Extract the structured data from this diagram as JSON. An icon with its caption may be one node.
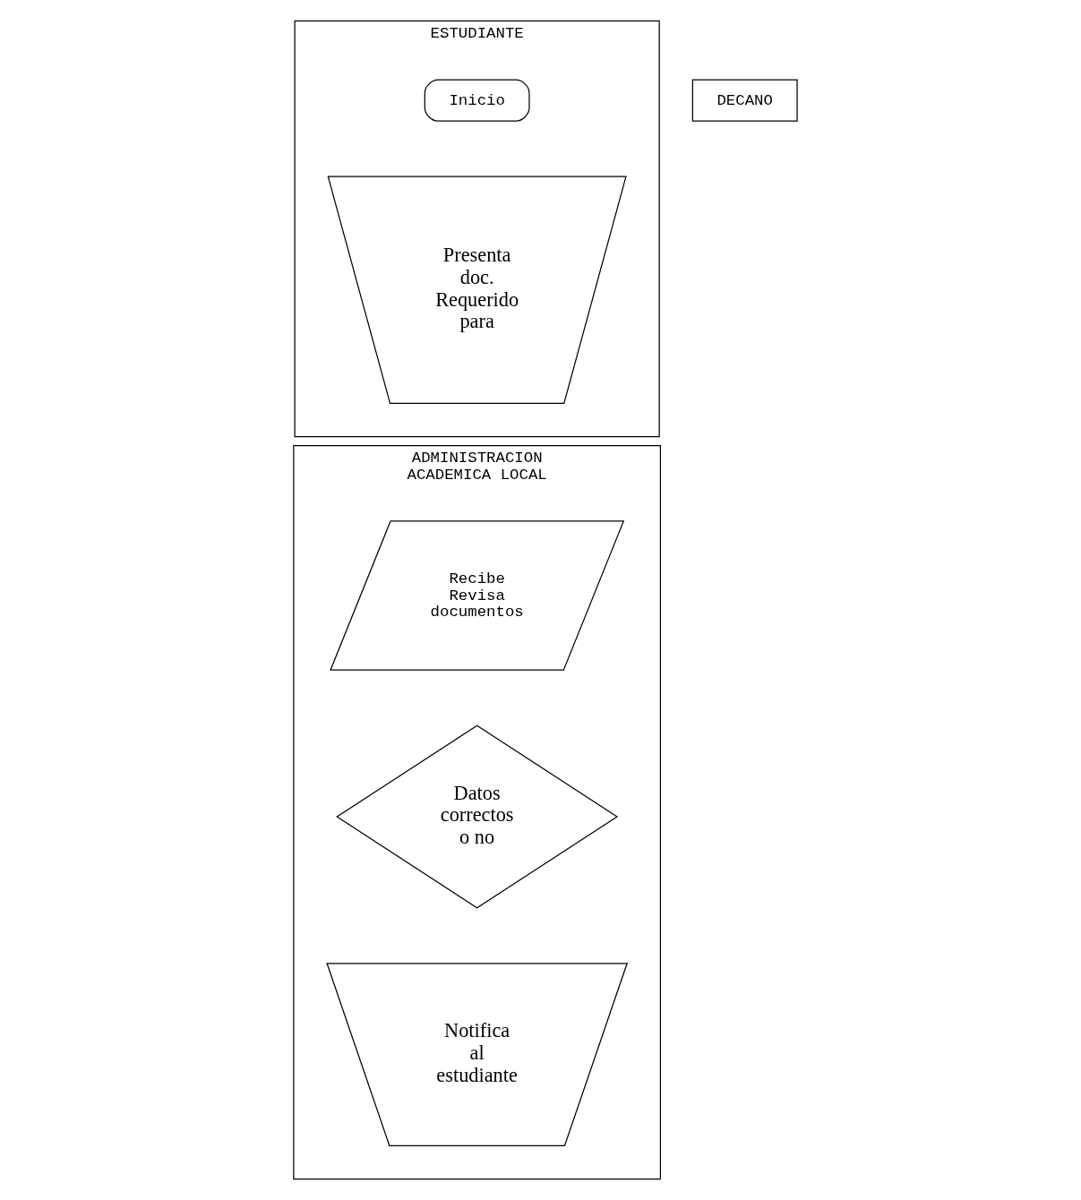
{
  "diagram": {
    "nodes": [
      {
        "text": [
          "ESTUDIANTE"
        ]
      },
      {
        "text": [
          "ADMINISTRACION ACADEMICA LOCAL"
        ]
      },
      {
        "text": [
          "DECANO"
        ]
      },
      {
        "text": [
          "Inicio"
        ],
        "in": 0
      },
      {
        "text": [
          "Presenta doc. Requerido para"
        ],
        "in": 0
      },
      {
        "text": [
          "Recibe Revisa documentos"
        ],
        "in": 1
      },
      {
        "text": [
          "Datos correctos o no"
        ],
        "in": 1
      },
      {
        "text": [
          "Notifica al estudiante"
        ],
        "in": 1
      }
    ]
  }
}
